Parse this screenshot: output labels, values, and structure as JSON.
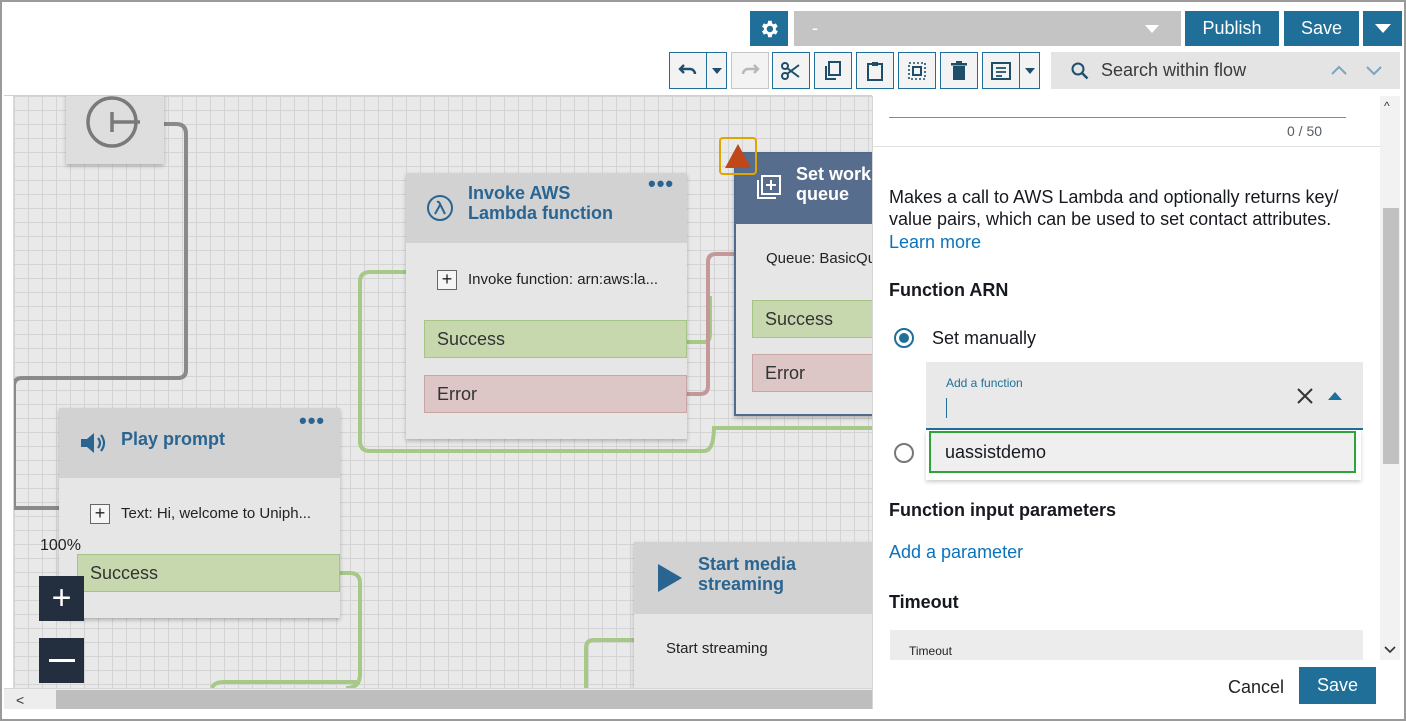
{
  "header": {
    "select_value": "-",
    "publish_label": "Publish",
    "save_label": "Save",
    "search_placeholder": "Search within flow"
  },
  "toolbar_icons": [
    "undo-icon",
    "dropdown-icon",
    "redo-icon",
    "cut-icon",
    "copy-icon",
    "paste-icon",
    "select-all-icon",
    "delete-icon",
    "notes-icon",
    "dropdown-icon"
  ],
  "canvas": {
    "blocks": {
      "lambda": {
        "title_line1": "Invoke AWS",
        "title_line2": "Lambda function",
        "row_text": "Invoke function: arn:aws:la...",
        "success": "Success",
        "error": "Error"
      },
      "queue": {
        "title_line1": "Set work",
        "title_line2": "queue",
        "row_text": "Queue: BasicQu",
        "success": "Success",
        "error": "Error"
      },
      "prompt": {
        "title": "Play prompt",
        "row_text": "Text: Hi, welcome to Uniph...",
        "success": "Success"
      },
      "media": {
        "title_line1": "Start media",
        "title_line2": "streaming",
        "row_text": "Start streaming"
      }
    },
    "zoom_level": "100%"
  },
  "panel": {
    "char_count": "0 / 50",
    "description": "Makes a call to AWS Lambda and optionally returns key/ value pairs, which can be used to set contact attributes.",
    "description_line1": "Makes a call to AWS Lambda and optionally returns key/",
    "description_line2": "value pairs, which can be used to set contact attributes.",
    "learn_more": "Learn more",
    "function_arn_heading": "Function ARN",
    "set_manually_label": "Set manually",
    "add_function_label": "Add a function",
    "dropdown_option": "uassistdemo",
    "input_params_heading": "Function input parameters",
    "add_parameter": "Add a parameter",
    "timeout_heading": "Timeout",
    "timeout_label": "Timeout",
    "cancel_label": "Cancel",
    "save_label": "Save"
  },
  "colors": {
    "accent": "#1f6f99",
    "link": "#0b73bb",
    "success_branch": "#c8d8ae",
    "error_branch": "#dcc6c6",
    "highlight_border": "#2fa33c"
  }
}
